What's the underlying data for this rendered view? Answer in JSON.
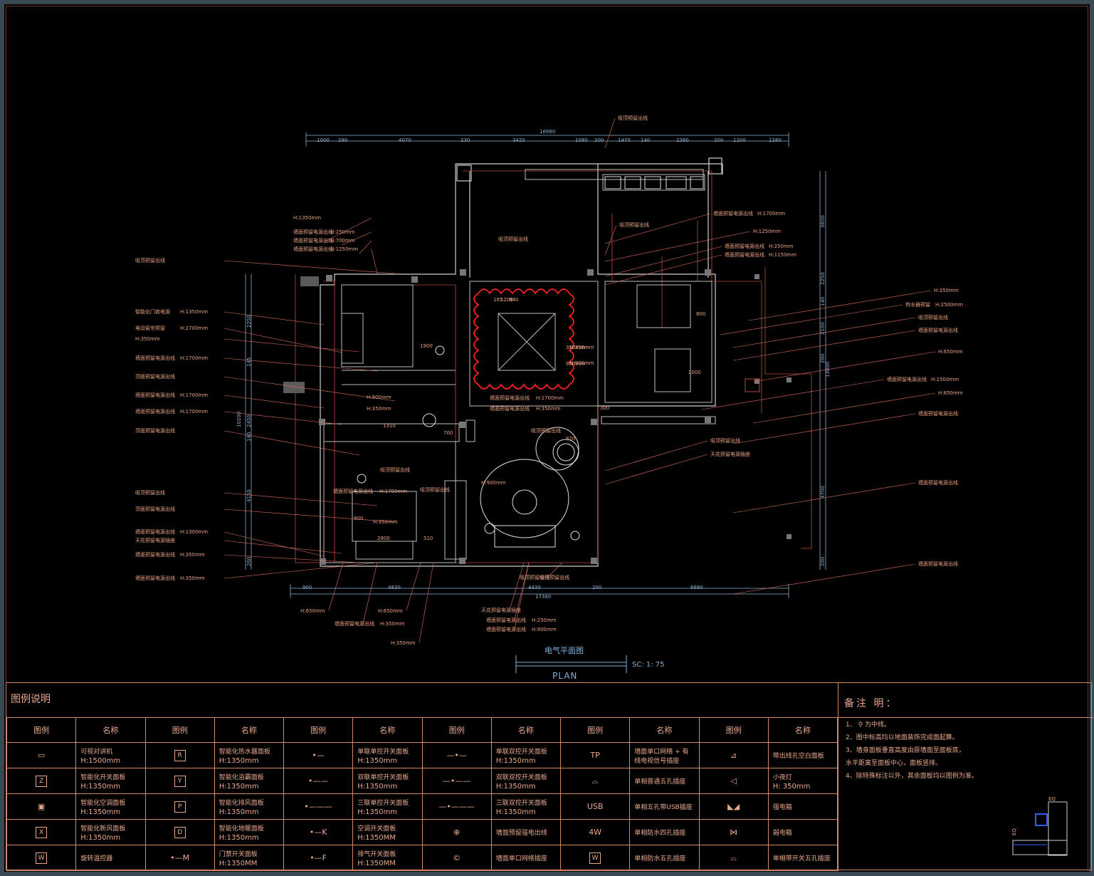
{
  "drawing": {
    "title_cn": "电气平面图",
    "title_en": "PLAN",
    "scale": "SC: 1: 75",
    "overall_width_top": "16880",
    "overall_width_bottom": "17380",
    "overall_height": "13800"
  },
  "dimensions": {
    "top": [
      "1000",
      "280",
      "4070",
      "230",
      "3420",
      "1080",
      "200",
      "1470",
      "140",
      "2390",
      "200",
      "1200",
      "1280"
    ],
    "bottom": [
      "900",
      "4830",
      "4430",
      "200",
      "6680"
    ],
    "left": [
      "2250",
      "145",
      "2450",
      "140",
      "4150",
      "200"
    ],
    "left_total": "10200",
    "right": [
      "3600",
      "2250",
      "140",
      "2100",
      "200",
      "4700",
      "200"
    ],
    "interior": [
      "165",
      "940",
      "350mm",
      "900mm",
      "2000",
      "800",
      "1900",
      "1310",
      "700",
      "2800",
      "510",
      "900",
      "820",
      "300",
      "1200"
    ]
  },
  "annotations_left": [
    {
      "text": "H:1350mm"
    },
    {
      "text": "墙面预留电源出线",
      "extra": "H:250mm"
    },
    {
      "text": "墙面预留电源出线",
      "extra": "H:700mm"
    },
    {
      "text": "墙面预留电源出线",
      "extra": "H:1250mm"
    },
    {
      "text": "吸顶预留出线"
    },
    {
      "text": "智能化门锁电源",
      "extra": "H:1350mm"
    },
    {
      "text": "电动窗帘预留",
      "extra": "H:2700mm"
    },
    {
      "text": "H:350mm"
    },
    {
      "text": "墙面预留电源出线",
      "extra": "H:1700mm"
    },
    {
      "text": "顶面预留电源出线"
    },
    {
      "text": "墙面预留电源出线",
      "extra": "H:1700mm"
    },
    {
      "text": "墙面预留电源出线",
      "extra": "H:1700mm"
    },
    {
      "text": "顶面预留电源出线"
    },
    {
      "text": "吸顶预留出线"
    },
    {
      "text": "顶面预留电源出线"
    },
    {
      "text": "墙面预留电源出线",
      "extra": "H:1300mm"
    },
    {
      "text": "天花预留电源插座"
    },
    {
      "text": "墙面预留电源出线",
      "extra": "H:350mm"
    },
    {
      "text": "墙面预留电源出线",
      "extra": "H:350mm"
    }
  ],
  "annotations_right": [
    {
      "text": "吸顶预留出线"
    },
    {
      "text": "墙面预留电源出线",
      "extra": "H:1700mm"
    },
    {
      "text": "吸顶预留出线"
    },
    {
      "text": "H:1250mm"
    },
    {
      "text": "墙面预留电源出线",
      "extra": "H:250mm"
    },
    {
      "text": "墙面预留电源出线",
      "extra": "H:1150mm"
    },
    {
      "text": "H:350mm"
    },
    {
      "text": "热水器预留",
      "extra": "H:2500mm"
    },
    {
      "text": "吸顶预留出线"
    },
    {
      "text": "墙面预留电源出线"
    },
    {
      "text": "H:650mm"
    },
    {
      "text": "墙面预留电源出线",
      "extra": "H:1500mm"
    },
    {
      "text": "H:850mm"
    },
    {
      "text": "墙面预留电源出线"
    },
    {
      "text": "吸顶预留出线"
    },
    {
      "text": "天花预留电源插座"
    },
    {
      "text": "墙面预留电源出线"
    },
    {
      "text": "墙面预留电源出线"
    }
  ],
  "annotations_center": [
    {
      "text": "吸顶预留出线"
    },
    {
      "text": "吸顶预留出线"
    },
    {
      "text": "H:350mm"
    },
    {
      "text": "H:900mm"
    },
    {
      "text": "H:900mm"
    },
    {
      "text": "H:350mm"
    },
    {
      "text": "墙面预留电源出线",
      "extra": "H:1700mm"
    },
    {
      "text": "墙面预留电源出线",
      "extra": "H:350mm"
    },
    {
      "text": "吸顶预留出线"
    },
    {
      "text": "吸顶预留出线"
    },
    {
      "text": "墙面预留电源出线",
      "extra": "H:1700mm"
    },
    {
      "text": "H:350mm"
    },
    {
      "text": "H:900mm"
    },
    {
      "text": "吸顶预留出线"
    }
  ],
  "annotations_bottom": [
    {
      "text": "H:650mm"
    },
    {
      "text": "H:650mm"
    },
    {
      "text": "墙面预留电源出线",
      "extra": "H:350mm"
    },
    {
      "text": "H:350mm"
    },
    {
      "text": "天花预留电源插座"
    },
    {
      "text": "墙面预留电源出线",
      "extra": "H:250mm"
    },
    {
      "text": "墙面预留电源出线",
      "extra": "H:900mm"
    },
    {
      "text": "吸顶预留出线"
    }
  ],
  "legend": {
    "title": "图例说明",
    "col_symbol": "图例",
    "col_name": "名称",
    "rows": [
      [
        {
          "icon": "intercom-icon",
          "glyph": "▭",
          "name": "可视对讲机",
          "height": "H:1500mm"
        },
        {
          "icon": "water-heater-panel-icon",
          "glyph": "R",
          "name": "智能化热水器面板",
          "height": "H:1350mm"
        },
        {
          "icon": "single-switch-icon",
          "glyph": "•—",
          "name": "单联单控开关面板",
          "height": "H:1350mm"
        },
        {
          "icon": "single-dual-switch-icon",
          "glyph": "—•—",
          "name": "单联双控开关面板",
          "height": "H:1350mm"
        },
        {
          "icon": "network-tv-outlet-icon",
          "glyph": "TP",
          "name": "墙面单口网络 + 有线电视信号插座",
          "height": ""
        },
        {
          "icon": "usb-outlet-icon",
          "glyph": "⊿",
          "name": "带出线孔空白面板",
          "height": ""
        }
      ],
      [
        {
          "icon": "smart-switch-icon",
          "glyph": "Z",
          "name": "智能化开关面板",
          "height": "H:1350mm"
        },
        {
          "icon": "bath-heater-panel-icon",
          "glyph": "Y",
          "name": "智能化浴霸面板",
          "height": "H:1350mm"
        },
        {
          "icon": "double-switch-icon",
          "glyph": "•——",
          "name": "双联单控开关面板",
          "height": "H:1350mm"
        },
        {
          "icon": "double-dual-switch-icon",
          "glyph": "—•——",
          "name": "双联双控开关面板",
          "height": "H:1350mm"
        },
        {
          "icon": "five-hole-socket-icon",
          "glyph": "⌓",
          "name": "单相普通五孔插座",
          "height": ""
        },
        {
          "icon": "night-light-icon",
          "glyph": "◁",
          "name": "小夜灯",
          "height": "H: 350mm"
        }
      ],
      [
        {
          "icon": "smart-ac-panel-icon",
          "glyph": "▣",
          "name": "智能化空调面板",
          "height": "H:1350mm"
        },
        {
          "icon": "smart-exhaust-panel-icon",
          "glyph": "P",
          "name": "智能化排风面板",
          "height": "H:1350mm"
        },
        {
          "icon": "triple-switch-icon",
          "glyph": "•———",
          "name": "三联单控开关面板",
          "height": "H:1350mm"
        },
        {
          "icon": "triple-dual-switch-icon",
          "glyph": "—•———",
          "name": "三联双控开关面板",
          "height": "H:1350mm"
        },
        {
          "icon": "usb-socket-icon",
          "glyph": "USB",
          "name": "单相五孔带USB插座",
          "height": ""
        },
        {
          "icon": "strong-box-icon",
          "glyph": "◣◢",
          "name": "强电箱",
          "height": ""
        }
      ],
      [
        {
          "icon": "smart-fresh-air-icon",
          "glyph": "X",
          "name": "智能化新风面板",
          "height": "H:1350mm"
        },
        {
          "icon": "smart-floor-heating-icon",
          "glyph": "D",
          "name": "智能化地暖面板",
          "height": "H:1350mm"
        },
        {
          "icon": "ac-switch-icon",
          "glyph": "•—K",
          "name": "空调开关面板",
          "height": "H:1350MM"
        },
        {
          "icon": "wall-outlet-icon",
          "glyph": "⊕",
          "name": "墙面预留强电出线",
          "height": ""
        },
        {
          "icon": "waterproof-four-hole-icon",
          "glyph": "4W",
          "name": "单相防水四孔插座",
          "height": ""
        },
        {
          "icon": "weak-box-icon",
          "glyph": "⋈",
          "name": "弱电箱",
          "height": ""
        }
      ],
      [
        {
          "icon": "knob-controller-icon",
          "glyph": "W",
          "name": "旋转温控器",
          "height": ""
        },
        {
          "icon": "door-card-switch-icon",
          "glyph": "•—M",
          "name": "门禁开关面板",
          "height": "H:1350MM"
        },
        {
          "icon": "exhaust-switch-icon",
          "glyph": "•—F",
          "name": "排气开关面板",
          "height": "H:1350MM"
        },
        {
          "icon": "single-network-outlet-icon",
          "glyph": "©",
          "name": "墙面单口网络插座",
          "height": ""
        },
        {
          "icon": "waterproof-five-hole-icon",
          "glyph": "W",
          "name": "单相防水五孔插座",
          "height": ""
        },
        {
          "icon": "switched-five-hole-icon",
          "glyph": "⌓",
          "name": "单相带开关五孔插座",
          "height": ""
        }
      ]
    ]
  },
  "notes": {
    "title": "备注 明：",
    "items": [
      "1、 ⚲ 为中线。",
      "2、图中标高均以地面装饰完成面起算。",
      "3、墙身面板垂直高度由原墙面至面板底，",
      "    水平距离至面板中心，面板竖排。",
      "4、除特殊标注以外，其余面板均以图例为准。"
    ]
  },
  "north_marker": {
    "label_top": "EQ",
    "label_side": "EQ"
  },
  "colors": {
    "wall": "#d0d0d0",
    "wire": "#e05040",
    "dim": "#8ab0d0",
    "text": "#e8a080",
    "legend": "#e8a88c",
    "highlight": "#ff2020"
  }
}
